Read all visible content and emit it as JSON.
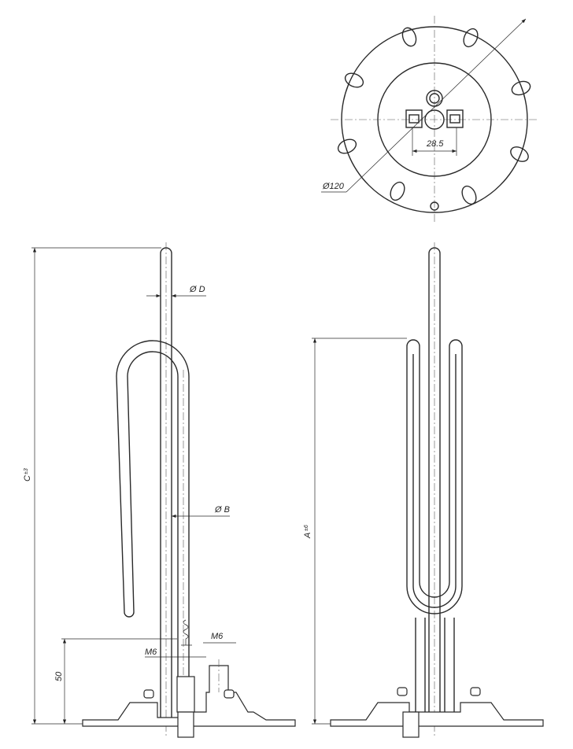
{
  "top_view": {
    "diameter_label": "Ø120",
    "terminal_spacing_label": "28.5"
  },
  "side_view_left": {
    "tube_diameter_label": "Ø D",
    "element_diameter_label": "Ø B",
    "length_label": "C",
    "length_tolerance": "±3",
    "height_label": "50",
    "thread_label_left": "M6",
    "thread_label_right": "M6"
  },
  "side_view_right": {
    "active_length_label": "A",
    "active_length_tolerance": "±6"
  },
  "colors": {
    "line": "#2a2a2a",
    "background": "#ffffff"
  }
}
